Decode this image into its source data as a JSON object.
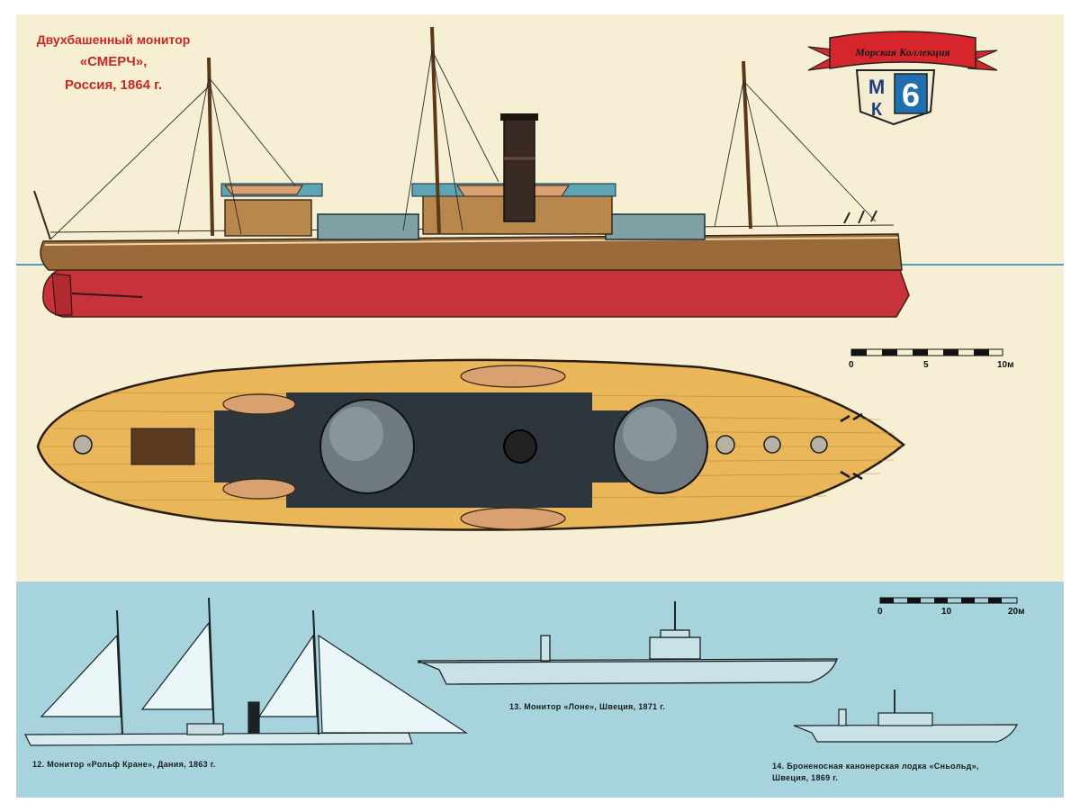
{
  "title": {
    "line1": "Двухбашенный монитор",
    "line2": "«СМЕРЧ»,",
    "line3": "Россия, 1864 г."
  },
  "logo": {
    "banner_text": "Морская Коллекция",
    "letter_m": "М",
    "letter_k": "К",
    "number": "6",
    "colors": {
      "banner": "#d6262b",
      "shield": "#1f6fb0"
    }
  },
  "scale_top": {
    "ticks": [
      "0",
      "5",
      "10м"
    ]
  },
  "scale_bottom": {
    "ticks": [
      "0",
      "10",
      "20м"
    ]
  },
  "captions": {
    "ship12": "12. Монитор «Рольф Кране», Дания, 1863 г.",
    "ship13": "13. Монитор «Лоне», Швеция, 1871 г.",
    "ship14_line1": "14. Броненосная канонерская лодка «Сньольд»,",
    "ship14_line2": "Швеция, 1869 г."
  },
  "colors": {
    "paper": "#f6efd4",
    "band": "#a6d3dc",
    "hull_red": "#c8323a",
    "hull_brown": "#9a6a3a",
    "deck": "#e9b659",
    "dark": "#1d2a3a",
    "water_line": "#3a8fc7"
  }
}
